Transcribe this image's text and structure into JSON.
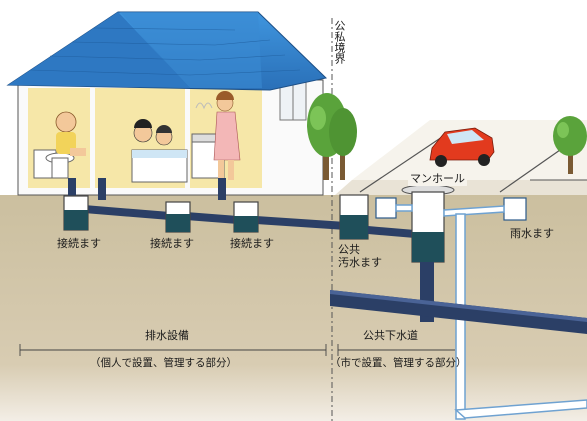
{
  "labels": {
    "boundary": "公私境界",
    "connection_box_1": "接続ます",
    "connection_box_2": "接続ます",
    "connection_box_3": "接続ます",
    "public_sewage_box": "公共\n汚水ます",
    "manhole": "マンホール",
    "rainwater_box": "雨水ます",
    "drainage_facilities": "排水設備",
    "drainage_note": "（個人で設置、管理する部分）",
    "public_sewer": "公共下水道",
    "public_sewer_note": "（市で設置、管理する部分）"
  },
  "colors": {
    "soil": "#cfc3a5",
    "roof": "#2f7fc6",
    "wall": "#ffffff",
    "interior": "#f5e6a8",
    "pipe": "#2b3f66",
    "water": "#1f4f5a",
    "tree": "#5aa33b",
    "car": "#e23a1e",
    "road": "#e8e2d6"
  }
}
